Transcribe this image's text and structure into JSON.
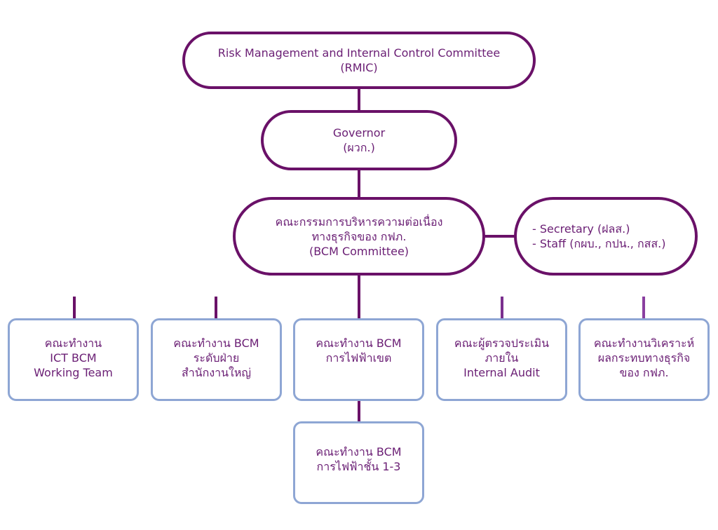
{
  "top": {
    "line1": "Risk Management and Internal Control Committee",
    "line2": "(RMIC)"
  },
  "governor": {
    "line1": "Governor",
    "line2": "(ผวก.)"
  },
  "bcm_committee": {
    "line1": "คณะกรรมการบริหารความต่อเนื่อง",
    "line2": "ทางธุรกิจของ กฟภ.",
    "line3": "(BCM Committee)"
  },
  "secretariat": {
    "line1": "- Secretary (ฝลส.)",
    "line2": "- Staff (กผบ., กปน., กสส.)"
  },
  "teams": [
    {
      "line1": "คณะทำงาน",
      "line2": "ICT BCM",
      "line3": "Working Team"
    },
    {
      "line1": "คณะทำงาน BCM",
      "line2": "ระดับฝ่าย",
      "line3": "สำนักงานใหญ่"
    },
    {
      "line1": "คณะทำงาน BCM",
      "line2": "การไฟฟ้าเขต"
    },
    {
      "line1": "คณะผู้ตรวจประเมิน",
      "line2": "ภายใน",
      "line3": "Internal Audit"
    },
    {
      "line1": "คณะทำงานวิเคราะห์",
      "line2": "ผลกระทบทางธุรกิจ",
      "line3": "ของ กฟภ."
    }
  ],
  "sub_team": {
    "line1": "คณะทำงาน BCM",
    "line2": "การไฟฟ้าชั้น 1-3"
  },
  "colors": {
    "connector": "#6a1168",
    "pill_border": "#6a1168",
    "box_border": "#8ea6d4",
    "text": "#6a1e74"
  }
}
